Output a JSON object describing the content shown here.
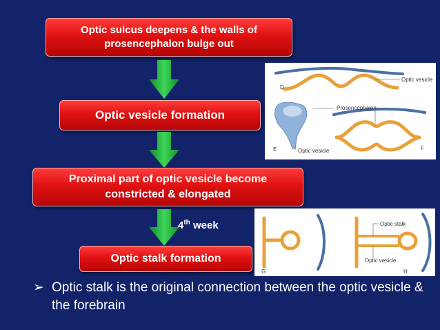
{
  "flow": {
    "step1": "Optic sulcus deepens & the walls of prosencephalon bulge out",
    "step2": "Optic vesicle formation",
    "step3": "Proximal part of optic vesicle become constricted & elongated",
    "step4": "Optic stalk formation"
  },
  "week": {
    "number": "4",
    "suffix": "th",
    "word": "week"
  },
  "figure1": {
    "label_d": "D",
    "label_e": "E",
    "label_f": "F",
    "optic_vesicle_top": "Optic vesicle",
    "prosencephalon": "Prosencephalon",
    "optic_vesicle_bottom": "Optic vesicle"
  },
  "figure2": {
    "label_g": "G",
    "label_h": "H",
    "optic_stalk": "Optic stalk",
    "optic_vesicle": "Optic vesicle"
  },
  "bullet": {
    "marker": "➢",
    "text": "Optic stalk is the original connection between the optic vesicle & the forebrain"
  },
  "colors": {
    "background": "#12236a",
    "box_red": "#e01212",
    "arrow_green": "#22b43c",
    "tissue_orange": "#e8a13a",
    "tissue_blue": "#4a6fa5"
  }
}
